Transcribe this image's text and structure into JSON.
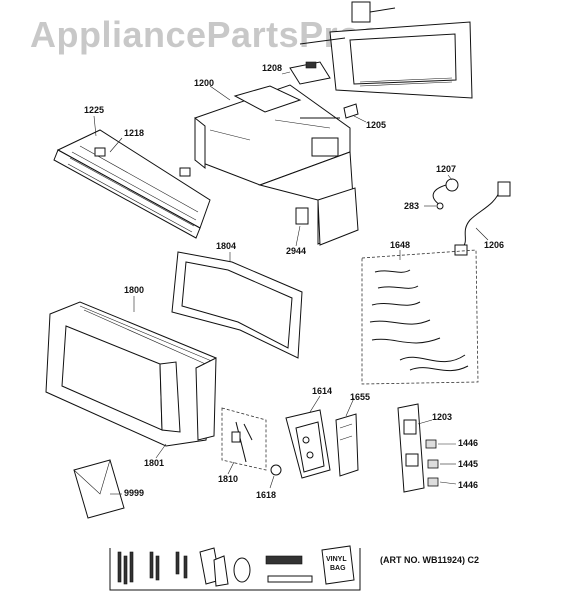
{
  "watermark": "AppliancePartsPros.com",
  "art_no": "(ART NO. WB11924) C2",
  "bag_label_1": "VINYL",
  "bag_label_2": "BAG",
  "parts": {
    "p1200": "1200",
    "p1208": "1208",
    "p1205": "1205",
    "p1225": "1225",
    "p1218": "1218",
    "p1207": "1207",
    "p283": "283",
    "p1206": "1206",
    "p2944": "2944",
    "p1804": "1804",
    "p1648": "1648",
    "p1800": "1800",
    "p1614": "1614",
    "p1655": "1655",
    "p1203": "1203",
    "p1446a": "1446",
    "p1445": "1445",
    "p1446b": "1446",
    "p1801": "1801",
    "p1810": "1810",
    "p1618": "1618",
    "p9999": "9999"
  }
}
